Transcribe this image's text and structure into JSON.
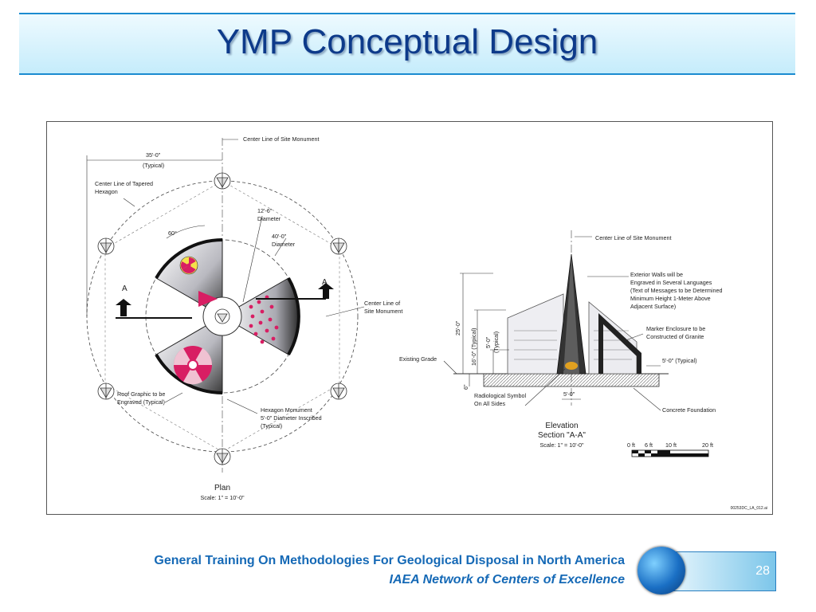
{
  "slide": {
    "title": "YMP Conceptual Design",
    "footer_line1": "General Training On Methodologies For Geological Disposal in North America",
    "footer_line2": "IAEA Network of Centers of Excellence",
    "page_number": "28"
  },
  "plan": {
    "center_line_top": "Center Line of Site Monument",
    "dim_35": "35'-0\"",
    "typical": "(Typical)",
    "tapered_hex_1": "Center Line of Tapered",
    "tapered_hex_2": "Hexagon",
    "dia_12_1": "12'-6\"",
    "dia_12_2": "Diameter",
    "dia_40_1": "40'-0\"",
    "dia_40_2": "Diameter",
    "angle_60": "60°",
    "section_a": "A",
    "center_line_right_1": "Center Line of",
    "center_line_right_2": "Site Monument",
    "roof_graphic_1": "Roof Graphic to be",
    "roof_graphic_2": "Engraved (Typical)",
    "hex_mon_1": "Hexagon Monument",
    "hex_mon_2": "5'-0\" Diameter Inscribed",
    "hex_mon_3": "(Typical)",
    "plan_title": "Plan",
    "plan_scale": "Scale: 1\" = 10'-0\""
  },
  "elevation": {
    "center_line": "Center Line of Site Monument",
    "ext_walls_1": "Exterior Walls will be",
    "ext_walls_2": "Engraved in Several Languages",
    "ext_walls_3": "(Text of Messages to be Determined",
    "ext_walls_4": "Minimum Height 1-Meter Above",
    "ext_walls_5": "Adjacent Surface)",
    "dim_25": "25'-0\"",
    "dim_16": "16'-0\" (Typical)",
    "dim_5v": "5'-0\"",
    "dim_5v_typ": "(Typical)",
    "marker_1": "Marker Enclosure to be",
    "marker_2": "Constructed of Granite",
    "dim_5h": "5'-0\" (Typical)",
    "existing_grade": "Existing Grade",
    "dim_6": "6\"",
    "radio_sym_1": "Radiological Symbol",
    "radio_sym_2": "On All Sides",
    "dim_5b": "5'-0\"",
    "concrete": "Concrete Foundation",
    "elev_title_1": "Elevation",
    "elev_title_2": "Section \"A-A\"",
    "elev_scale": "Scale: 1\" = 10'-0\"",
    "bar_0": "0 ft",
    "bar_6": "6 ft",
    "bar_10": "10 ft",
    "bar_20": "20 ft",
    "file_code": "00253DC_LA_012.ai"
  },
  "colors": {
    "title": "#0d3a8a",
    "footer": "#1569b6",
    "accent_rule": "#1b8bd0",
    "magenta": "#d81e63",
    "radiation_yellow": "#f4e04a"
  }
}
